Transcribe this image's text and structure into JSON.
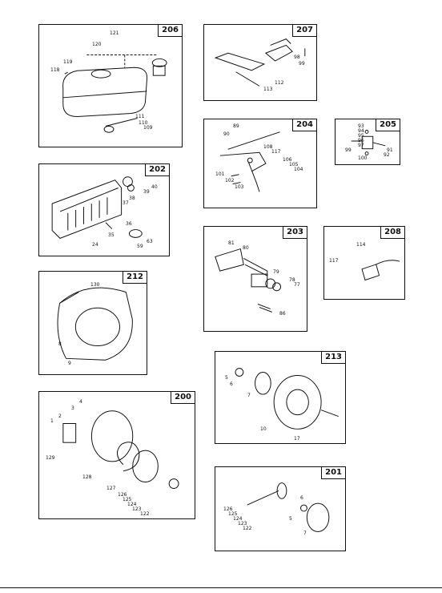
{
  "panels": {
    "p206": {
      "number": "206",
      "labels": {
        "a": "121",
        "b": "120",
        "c": "119",
        "d": "118",
        "e": "111",
        "f": "110",
        "g": "109"
      }
    },
    "p207": {
      "number": "207",
      "labels": {
        "a": "98",
        "b": "99",
        "c": "112",
        "d": "113"
      }
    },
    "p204": {
      "number": "204",
      "labels": {
        "a": "89",
        "b": "90",
        "c": "108",
        "d": "117",
        "e": "106",
        "f": "105",
        "g": "104",
        "h": "101",
        "i": "102",
        "j": "103"
      }
    },
    "p205": {
      "number": "205",
      "labels": {
        "a": "93",
        "b": "94",
        "c": "95",
        "d": "96",
        "e": "97",
        "f": "99",
        "g": "91",
        "h": "92",
        "i": "100"
      }
    },
    "p202": {
      "number": "202",
      "labels": {
        "a": "40",
        "b": "39",
        "c": "38",
        "d": "37",
        "e": "36",
        "f": "35",
        "g": "24",
        "h": "63",
        "i": "59"
      }
    },
    "p203": {
      "number": "203",
      "labels": {
        "a": "81",
        "b": "80",
        "c": "79",
        "d": "78",
        "e": "77",
        "f": "86"
      }
    },
    "p208": {
      "number": "208",
      "labels": {
        "a": "114",
        "b": "117"
      }
    },
    "p212": {
      "number": "212",
      "labels": {
        "a": "130",
        "b": "8",
        "c": "9"
      }
    },
    "p213": {
      "number": "213",
      "labels": {
        "a": "5",
        "b": "6",
        "c": "7",
        "d": "10",
        "e": "17"
      }
    },
    "p200": {
      "number": "200",
      "labels": {
        "a": "4",
        "b": "3",
        "c": "2",
        "d": "1",
        "e": "129",
        "f": "128",
        "g": "127",
        "h": "126",
        "i": "125",
        "j": "124",
        "k": "123",
        "l": "122"
      }
    },
    "p201": {
      "number": "201",
      "labels": {
        "a": "126",
        "b": "125",
        "c": "124",
        "d": "123",
        "e": "122",
        "f": "6",
        "g": "5",
        "h": "7"
      }
    }
  },
  "colors": {
    "ink": "#111111",
    "paper": "#ffffff"
  }
}
